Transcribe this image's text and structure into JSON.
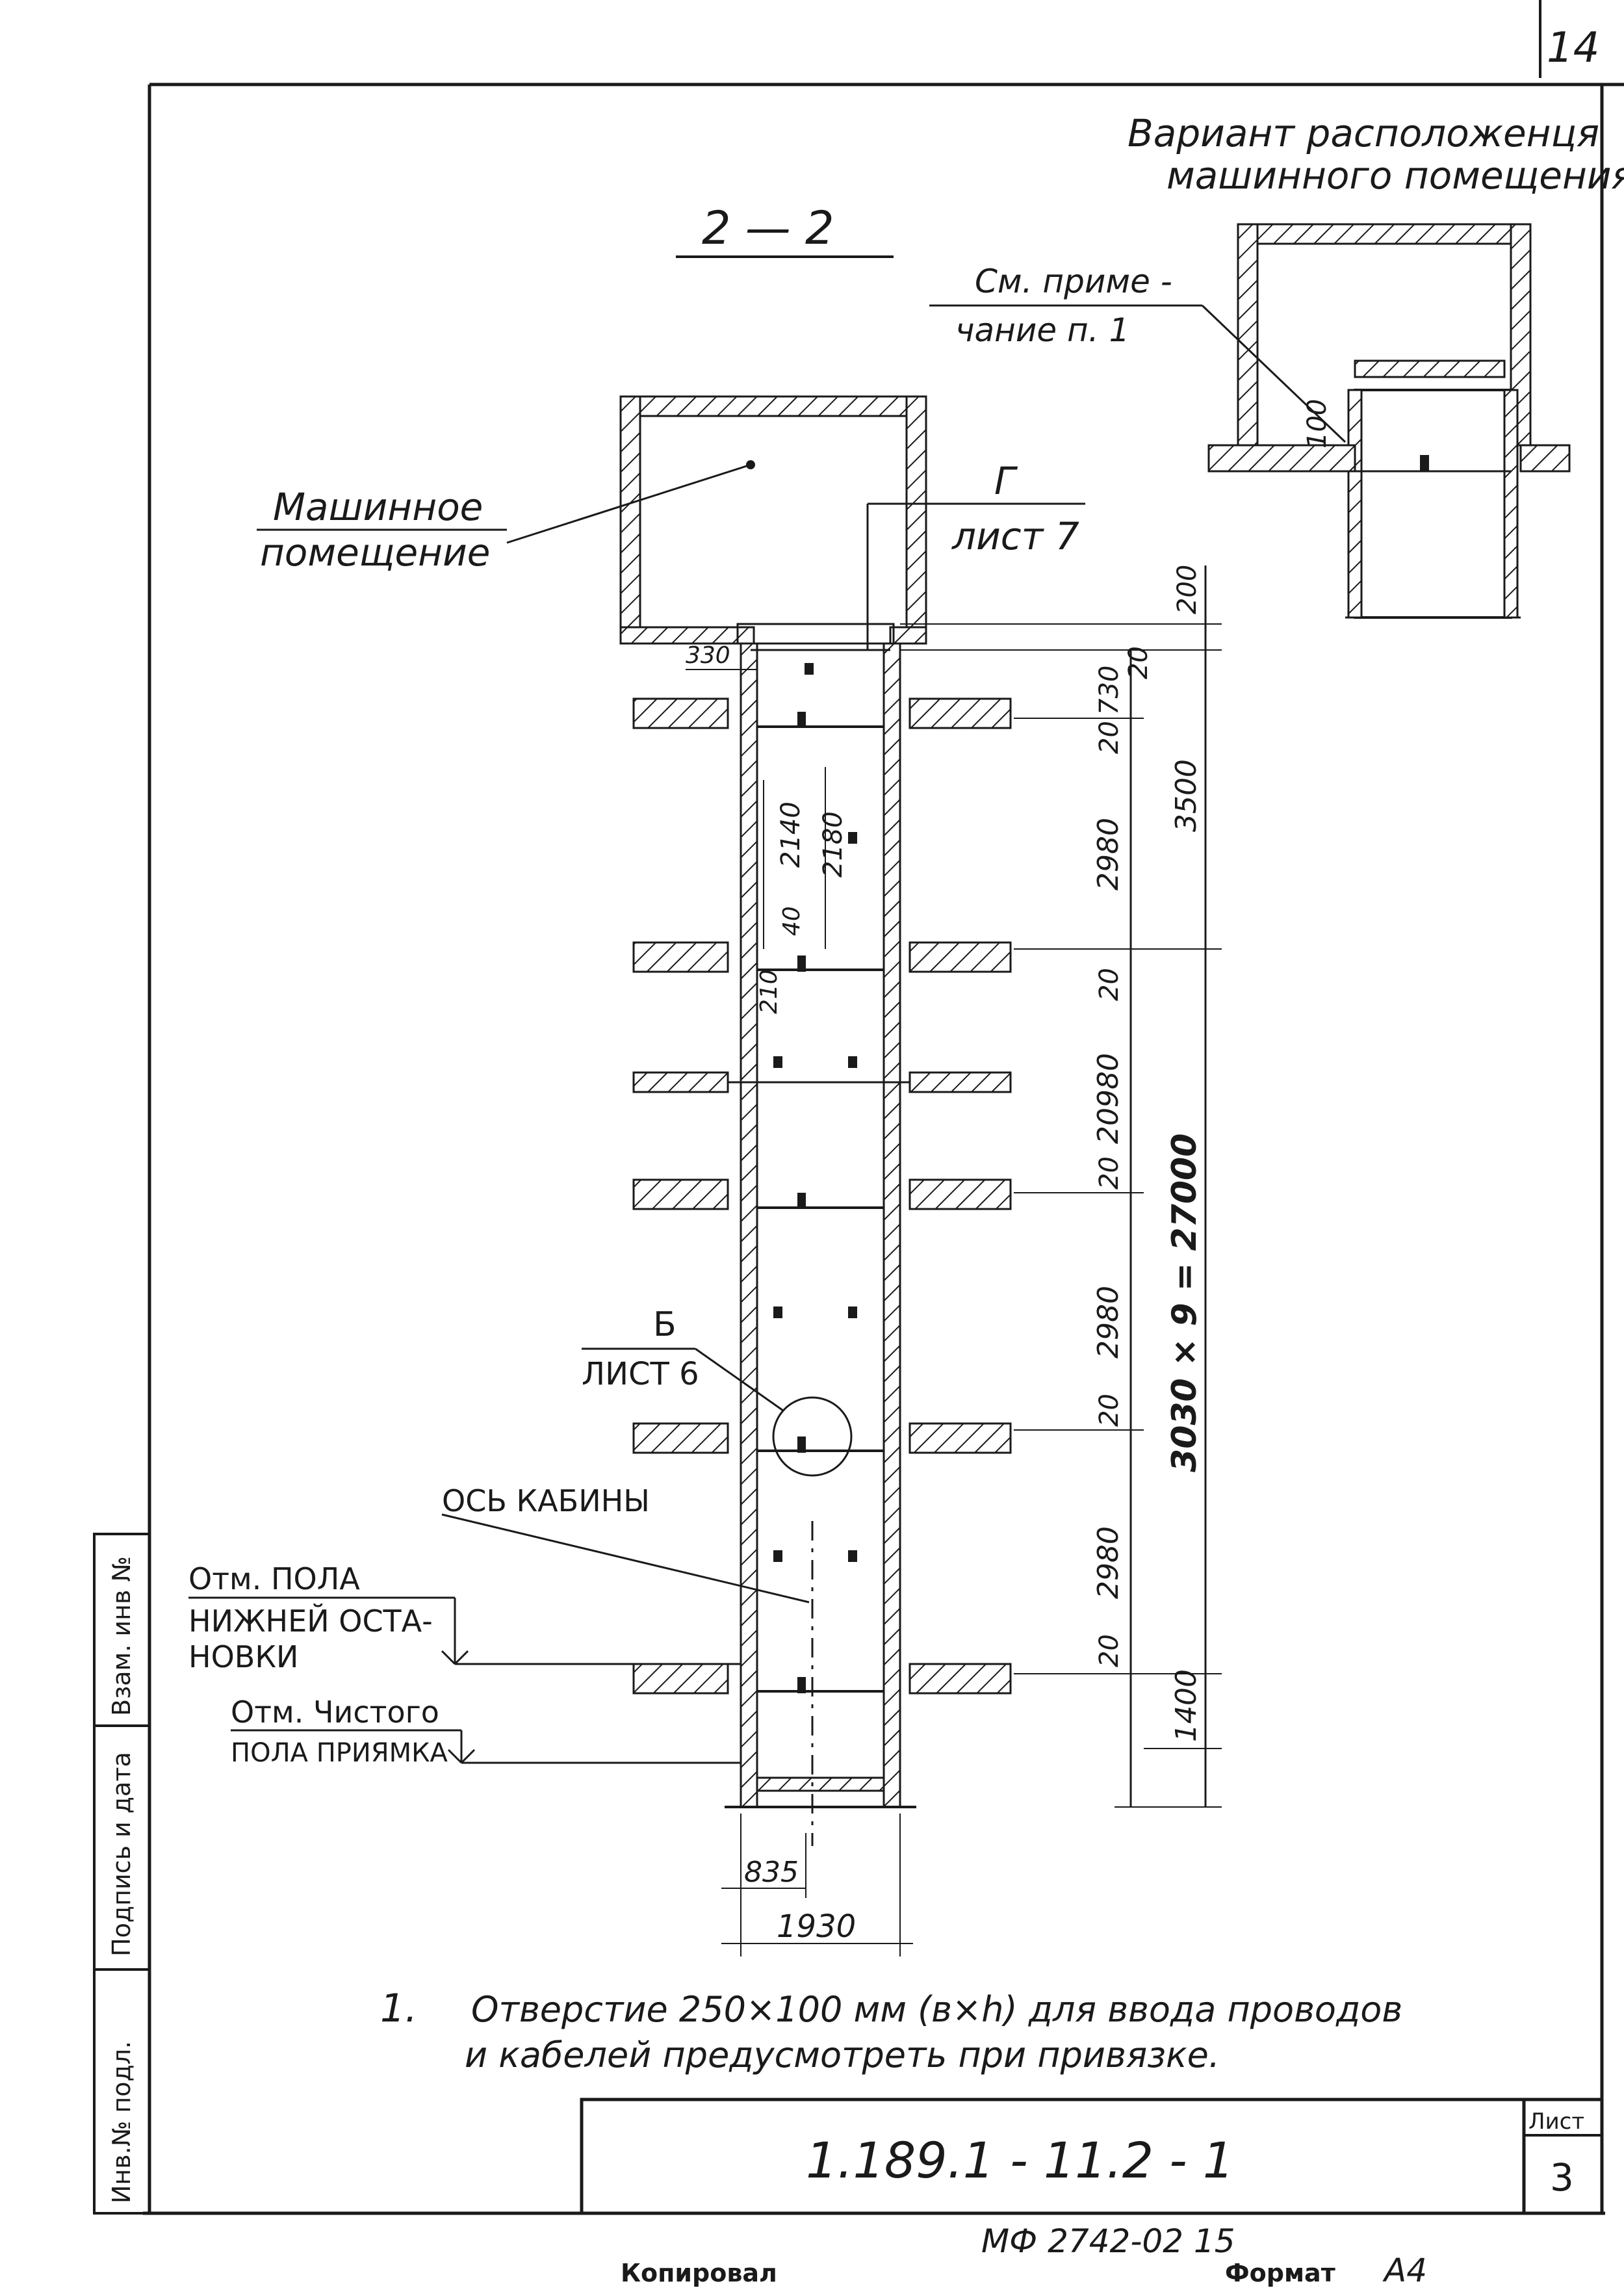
{
  "sheet": {
    "page_number": "14",
    "section_title": "2 — 2",
    "variant_title_line1": "Вариант расположенця",
    "variant_title_line2": "машинного помещения",
    "variant_note_line1": "См. приме -",
    "variant_note_line2": "чание п. 1",
    "variant_dim": "100"
  },
  "labels": {
    "machine_room_line1": "Машинное",
    "machine_room_line2": "помещение",
    "ref_g_letter": "Г",
    "ref_g_sheet": "лист 7",
    "ref_b_letter": "Б",
    "ref_b_sheet": "ЛИСТ 6",
    "cabin_axis": "ОСЬ КАБИНЫ",
    "floor_mark_line1": "Отм. ПОЛА",
    "floor_mark_line2": "НИЖНЕЙ ОСТА-",
    "floor_mark_line3": "НОВКИ",
    "pit_mark_line1": "Отм. Чистого",
    "pit_mark_line2": "ПОЛА ПРИЯМКА"
  },
  "dimensions": {
    "top_200": "200",
    "top_20": "20",
    "d330": "330",
    "d730": "730",
    "d20a": "20",
    "d3500": "3500",
    "d2980a": "2980",
    "d2140": "2140",
    "d2180": "2180",
    "d40": "40",
    "d210": "210",
    "d20b": "20",
    "d20980": "20980",
    "d20c": "20",
    "d27000": "3030 × 9 = 27000",
    "d2980b": "2980",
    "d20d": "20",
    "d2980c": "2980",
    "d20e": "20",
    "d1400": "1400",
    "d835": "835",
    "d1930": "1930"
  },
  "note": {
    "number": "1.",
    "line1": "Отверстие 250×100 мм (в×h) для ввода проводов",
    "line2": "и кабелей предусмотреть при привязке."
  },
  "title_block": {
    "doc_code": "1.189.1 - 11.2 - 1",
    "sheet_label": "Лист",
    "sheet_number": "3"
  },
  "side_stamp": {
    "inv_podl": "Инв.№ подл.",
    "podpis_data": "Подпись и дата",
    "vzam_inv": "Взам. инв №"
  },
  "footer": {
    "archive_code": "МФ 2742-02 15",
    "copied": "Копировал",
    "format_label": "Формат",
    "format_value": "А4"
  }
}
